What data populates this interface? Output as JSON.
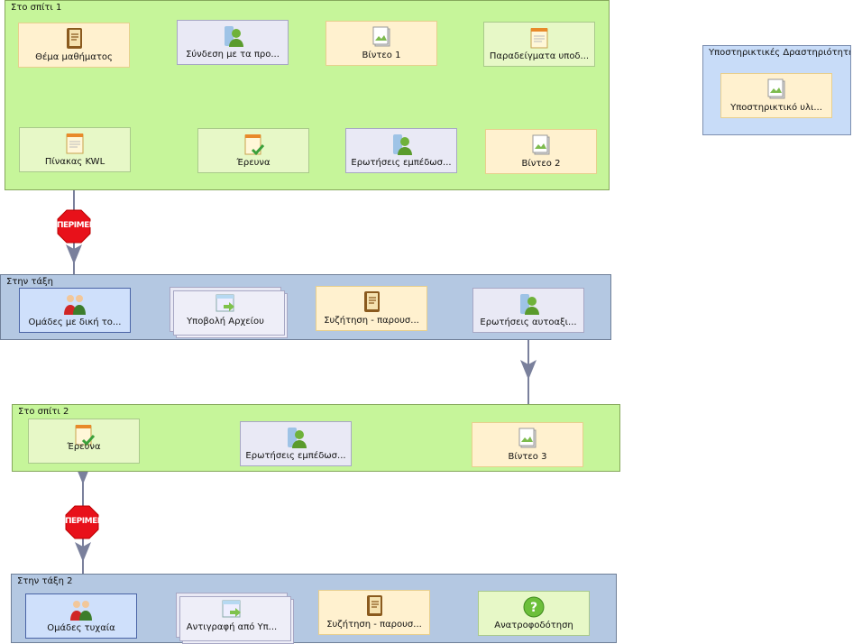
{
  "groups": {
    "home1": "Στο σπίτι 1",
    "class1": "Στην τάξη",
    "home2": "Στο σπίτι 2",
    "class2": "Στην τάξη 2",
    "support": "Υποστηρικτικές Δραστηριότητες"
  },
  "nodes": {
    "topic": "Θέμα μαθήματος",
    "link_prior": "Σύνδεση με τα προ...",
    "video1": "Βίντεο 1",
    "examples": "Παραδείγματα υποδ...",
    "video2": "Βίντεο 2",
    "questions_embed1": "Ερωτήσεις εμπέδωσ...",
    "research1": "Έρευνα",
    "kwl": "Πίνακας KWL",
    "groups_own": "Ομάδες με δική το...",
    "file_submit": "Υποβολή Αρχείου",
    "discussion1": "Συζήτηση - παρουσ...",
    "self_eval": "Ερωτήσεις αυτοαξι...",
    "video3": "Βίντεο 3",
    "questions_embed2": "Ερωτήσεις εμπέδωσ...",
    "research2": "Έρευνα",
    "groups_random": "Ομάδες τυχαία",
    "copy_from": "Αντιγραφή από Υπ...",
    "discussion2": "Συζήτηση - παρουσ...",
    "feedback": "Ανατροφοδότηση",
    "support_material": "Υποστηρικτικό υλι..."
  },
  "stops": {
    "stop1": "ΠΕΡΙΜΕΝΕ",
    "stop2": "ΠΕΡΙΜΕΝΕ"
  },
  "colors": {
    "home": "#c6f59a",
    "class": "#b4c8e2",
    "arrow": "#7a809c",
    "stop": "#e8111a"
  }
}
